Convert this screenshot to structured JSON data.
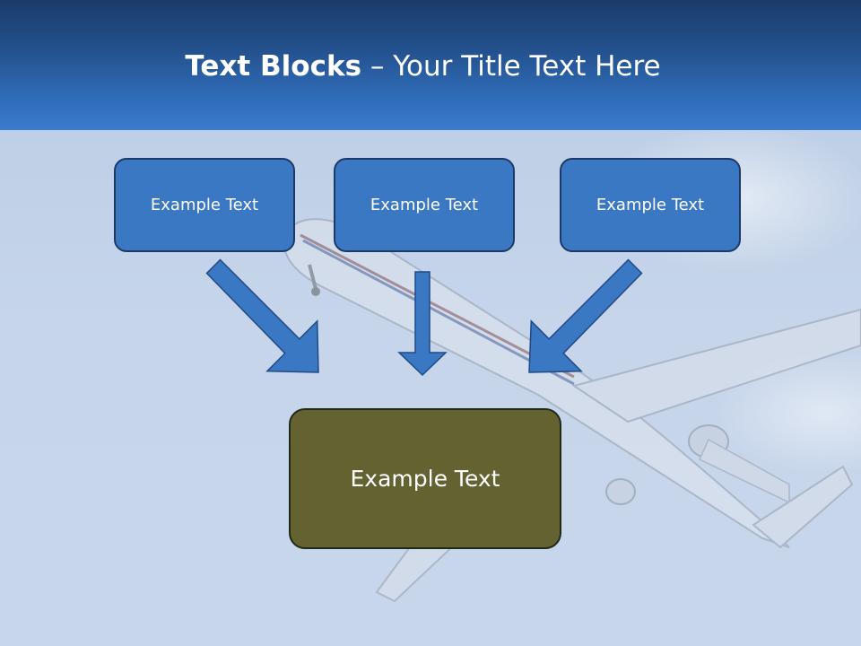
{
  "title": {
    "bold": "Text Blocks",
    "dash": " – ",
    "rest": "Your Title Text Here"
  },
  "blocks": {
    "left": "Example Text",
    "center": "Example Text",
    "right": "Example Text",
    "bottom": "Example Text"
  },
  "colors": {
    "header": "#2f6cb8",
    "small_block": "#3b78c4",
    "bottom_block": "#646230",
    "arrow": "#3b78c4"
  }
}
